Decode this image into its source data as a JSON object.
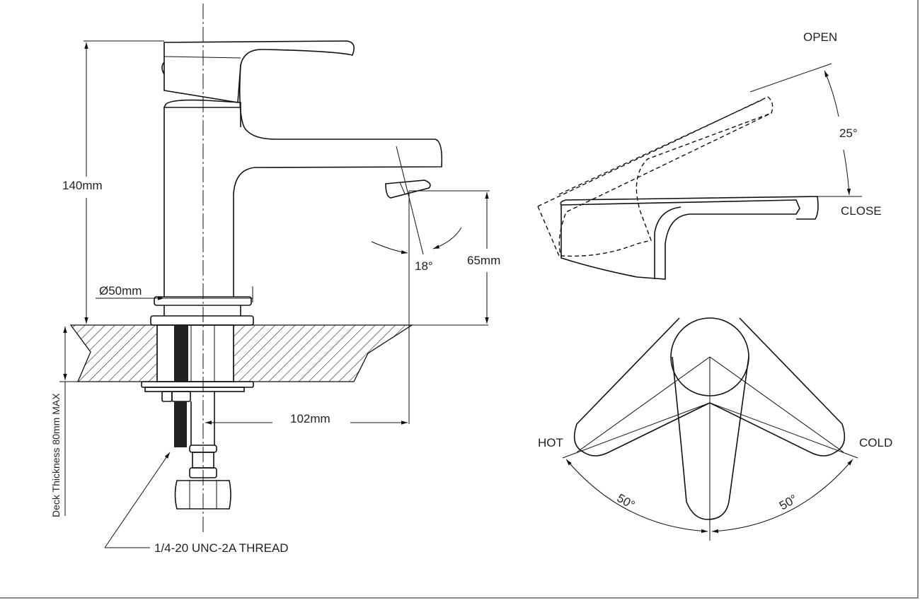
{
  "drawing": {
    "front_view": {
      "height_label": "140mm",
      "spout_height_label": "65mm",
      "diameter_label": "Ø50mm",
      "spout_angle_label": "18°",
      "reach_label": "102mm",
      "deck_label": "Deck Thickness 80mm MAX",
      "thread_label": "1/4-20 UNC-2A THREAD"
    },
    "side_view": {
      "open_label": "OPEN",
      "close_label": "CLOSE",
      "lever_angle_label": "25°"
    },
    "top_view": {
      "hot_label": "HOT",
      "cold_label": "COLD",
      "hot_angle_label": "50°",
      "cold_angle_label": "50°"
    }
  }
}
